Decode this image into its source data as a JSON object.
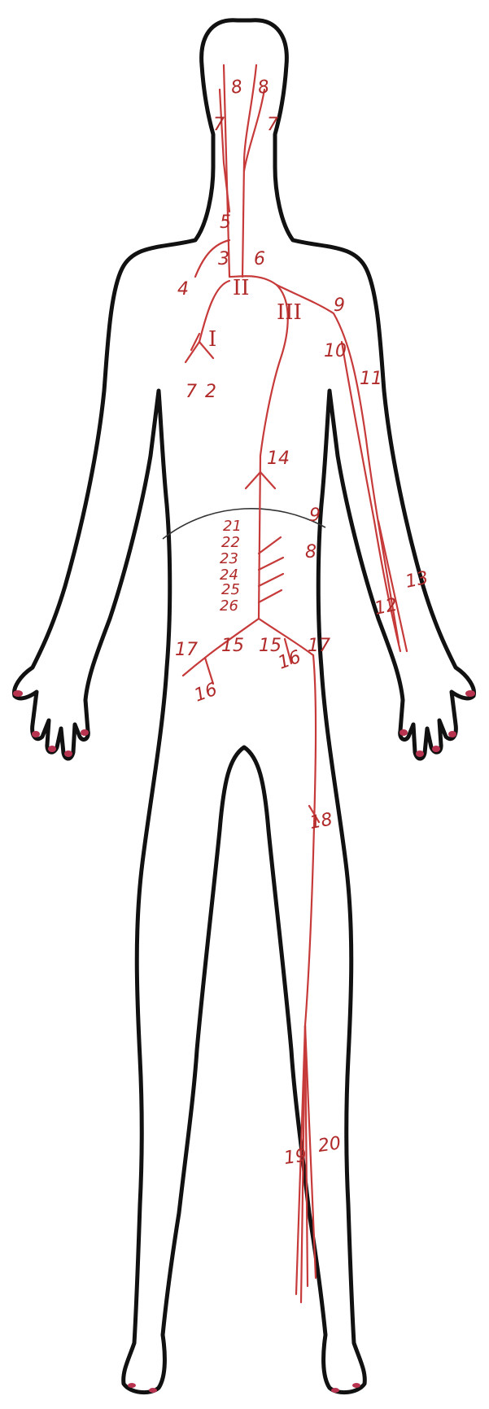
{
  "colors": {
    "outline": "#111111",
    "vessels": "#c73a3a",
    "labels": "#b02a2a",
    "nails": "#b8334f"
  },
  "labels": {
    "head_left_8": "8",
    "head_right_8": "8",
    "head_left_7": "7",
    "head_right_7": "7",
    "neck_5": "5",
    "neck_3": "3",
    "neck_6": "6",
    "neck_4": "4",
    "roman_1": "I",
    "roman_2": "II",
    "roman_3": "III",
    "chest_7": "7",
    "chest_2": "2",
    "shoulder_9": "9",
    "arm_10": "10",
    "arm_11": "11",
    "trunk_14": "14",
    "side_9": "9",
    "side_8": "8",
    "forearm_12": "12",
    "forearm_13": "13",
    "lumbar_21": "21",
    "lumbar_22": "22",
    "lumbar_23": "23",
    "lumbar_24": "24",
    "lumbar_25": "25",
    "lumbar_26": "26",
    "hip_left_17": "17",
    "hip_left_15": "15",
    "hip_left_16": "16",
    "hip_right_15": "15",
    "hip_right_16": "16",
    "hip_right_17": "17",
    "thigh_18": "18",
    "calf_19": "19",
    "calf_20": "20"
  }
}
